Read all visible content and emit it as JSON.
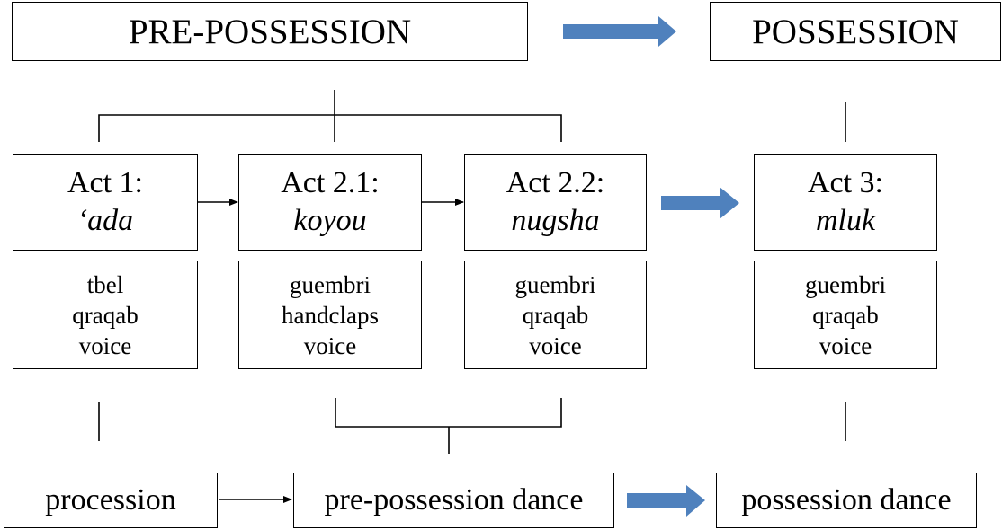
{
  "phases": {
    "pre": "PRE-POSSESSION",
    "post": "POSSESSION"
  },
  "acts": [
    {
      "label": "Act 1:",
      "name": "ʻada",
      "instruments": [
        "tbel",
        "qraqab",
        "voice"
      ]
    },
    {
      "label": "Act 2.1:",
      "name": "koyou",
      "instruments": [
        "guembri",
        "handclaps",
        "voice"
      ]
    },
    {
      "label": "Act 2.2:",
      "name": "nugsha",
      "instruments": [
        "guembri",
        "qraqab",
        "voice"
      ]
    },
    {
      "label": "Act 3:",
      "name": "mluk",
      "instruments": [
        "guembri",
        "qraqab",
        "voice"
      ]
    }
  ],
  "stages": [
    "procession",
    "pre-possession dance",
    "possession dance"
  ],
  "colors": {
    "big_arrow": "#4f81bd",
    "line": "#000000"
  }
}
